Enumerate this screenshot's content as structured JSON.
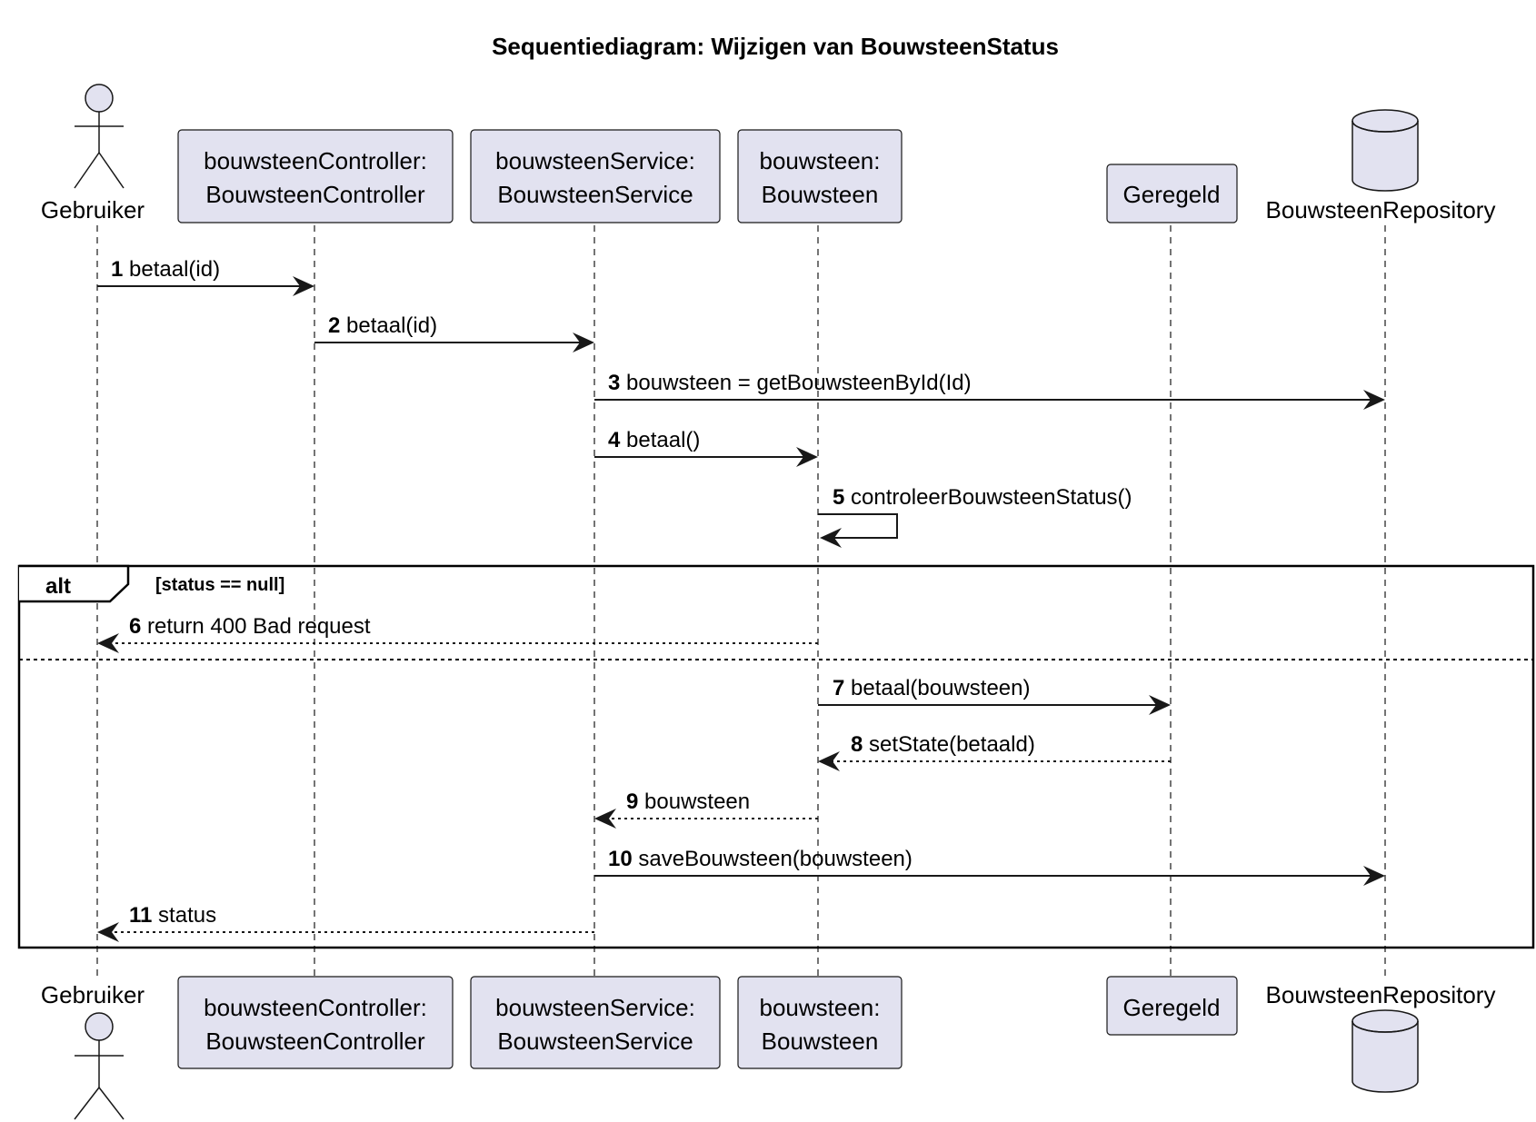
{
  "title": "Sequentiediagram: Wijzigen van BouwsteenStatus",
  "participants": {
    "user": {
      "label": "Gebruiker"
    },
    "controller": {
      "line1": "bouwsteenController:",
      "line2": "BouwsteenController"
    },
    "service": {
      "line1": "bouwsteenService:",
      "line2": "BouwsteenService"
    },
    "bouwsteen": {
      "line1": "bouwsteen:",
      "line2": "Bouwsteen"
    },
    "geregeld": {
      "label": "Geregeld"
    },
    "repository": {
      "label": "BouwsteenRepository"
    }
  },
  "messages": [
    {
      "num": "1",
      "text": "betaal(id)"
    },
    {
      "num": "2",
      "text": "betaal(id)"
    },
    {
      "num": "3",
      "text": "bouwsteen = getBouwsteenById(Id)"
    },
    {
      "num": "4",
      "text": "betaal()"
    },
    {
      "num": "5",
      "text": "controleerBouwsteenStatus()"
    },
    {
      "num": "6",
      "text": "return 400 Bad request"
    },
    {
      "num": "7",
      "text": "betaal(bouwsteen)"
    },
    {
      "num": "8",
      "text": "setState(betaald)"
    },
    {
      "num": "9",
      "text": "bouwsteen"
    },
    {
      "num": "10",
      "text": "saveBouwsteen(bouwsteen)"
    },
    {
      "num": "11",
      "text": "status"
    }
  ],
  "alt": {
    "label": "alt",
    "guard": "[status == null]"
  },
  "colors": {
    "participant_fill": "#e2e2f0",
    "line": "#181818"
  }
}
